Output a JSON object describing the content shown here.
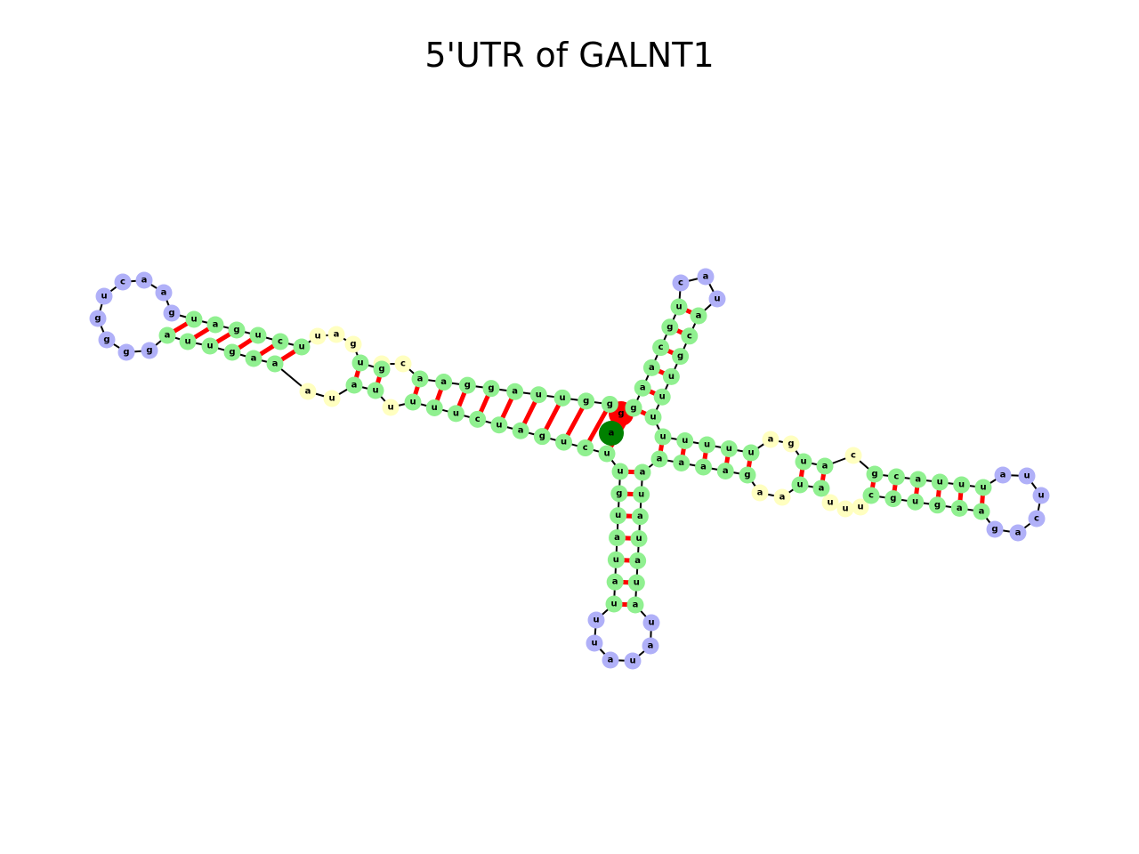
{
  "title": "5'UTR of GALNT1",
  "colors": {
    "stem": "#90f090",
    "interior_loop": "#ffffc0",
    "hairpin_loop": "#b0b0f8",
    "five_prime": "#ff0000",
    "three_prime": "#008000",
    "backbone": "#000000",
    "base_pair": "#ff0000"
  },
  "sequence": {
    "five_prime_end": "g",
    "three_prime_end": "a",
    "arms": [
      {
        "name": "upper-left arm",
        "inner_stem": [
          [
            "g",
            "u"
          ],
          [
            "g",
            "c"
          ],
          [
            "g",
            "u"
          ],
          [
            "u",
            "g"
          ],
          [
            "u",
            "a"
          ],
          [
            "a",
            "u"
          ],
          [
            "g",
            "c"
          ],
          [
            "g",
            "u"
          ],
          [
            "a",
            "u"
          ],
          [
            "a",
            "u"
          ]
        ],
        "interior_loop_1": [
          "c",
          "u"
        ],
        "middle_stem": [
          [
            "g",
            "u"
          ],
          [
            "u",
            "a"
          ]
        ],
        "interior_loop_2": [
          "g",
          "a",
          "u",
          "a",
          "u"
        ],
        "outer_stem": [
          [
            "u",
            "a"
          ],
          [
            "c",
            "a"
          ],
          [
            "u",
            "g"
          ],
          [
            "g",
            "u"
          ],
          [
            "a",
            "u"
          ],
          [
            "u",
            "a"
          ]
        ],
        "hairpin": [
          "g",
          "a",
          "a",
          "c",
          "u",
          "g",
          "g"
        ]
      },
      {
        "name": "upper-right arm",
        "stem": [
          [
            "g",
            "u"
          ],
          [
            "a",
            "u"
          ],
          [
            "a",
            "u"
          ],
          [
            "c",
            "g"
          ],
          [
            "g",
            "c"
          ],
          [
            "u",
            "a"
          ]
        ],
        "hairpin": [
          "c",
          "a",
          "u"
        ]
      },
      {
        "name": "right arm",
        "inner_stem": [
          [
            "a",
            "u"
          ],
          [
            "a",
            "u"
          ],
          [
            "a",
            "u"
          ],
          [
            "a",
            "u"
          ],
          [
            "g",
            "u"
          ]
        ],
        "interior_loop_1": [
          "a",
          "g",
          "a",
          "a"
        ],
        "middle_stem": [
          [
            "u",
            "u"
          ],
          [
            "a",
            "a"
          ]
        ],
        "interior_loop_2": [
          "c",
          "u",
          "u",
          "u"
        ],
        "outer_stem": [
          [
            "c",
            "g"
          ],
          [
            "g",
            "c"
          ],
          [
            "u",
            "a"
          ],
          [
            "g",
            "u"
          ],
          [
            "a",
            "u"
          ],
          [
            "a",
            "u"
          ]
        ],
        "hairpin": [
          "a",
          "u",
          "u",
          "c",
          "a",
          "g"
        ]
      },
      {
        "name": "bottom arm",
        "stem": [
          [
            "u",
            "a"
          ],
          [
            "g",
            "u"
          ],
          [
            "u",
            "a"
          ],
          [
            "a",
            "u"
          ],
          [
            "u",
            "a"
          ],
          [
            "a",
            "u"
          ],
          [
            "u",
            "a"
          ]
        ],
        "hairpin": [
          "u",
          "u",
          "a",
          "u",
          "a",
          "u"
        ]
      }
    ]
  }
}
